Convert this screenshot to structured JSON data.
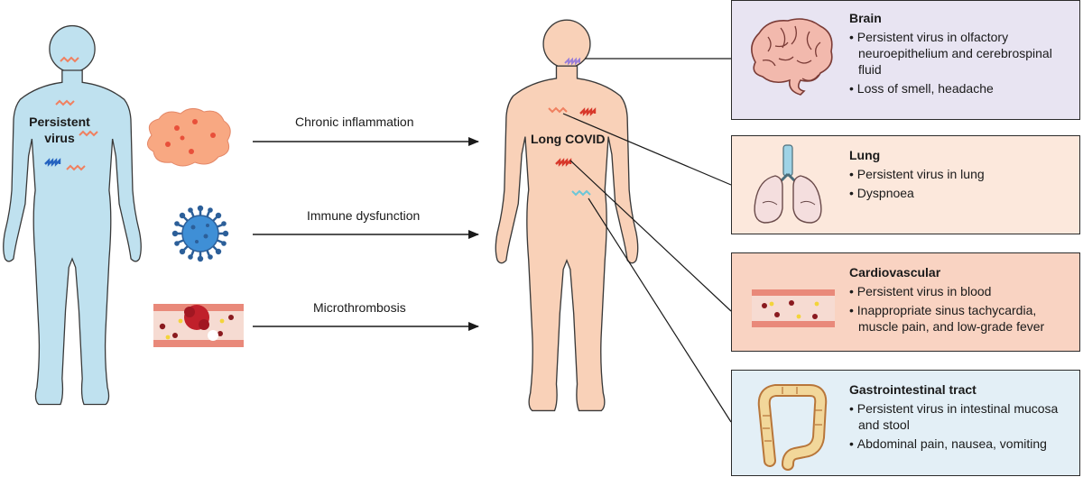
{
  "left_figure": {
    "label_line1": "Persistent",
    "label_line2": "virus"
  },
  "right_figure": {
    "label": "Long COVID"
  },
  "mechanisms": [
    {
      "label": "Chronic inflammation",
      "icon": "inflamed-cell-icon"
    },
    {
      "label": "Immune dysfunction",
      "icon": "virus-icon"
    },
    {
      "label": "Microthrombosis",
      "icon": "blood-vessel-clot-icon"
    }
  ],
  "organs": [
    {
      "title": "Brain",
      "icon": "brain-icon",
      "bullets": [
        "Persistent virus in olfactory neuroepithelium and cerebrospinal fluid",
        "Loss of smell, headache"
      ],
      "color": "#e8e4f2"
    },
    {
      "title": "Lung",
      "icon": "lung-icon",
      "bullets": [
        "Persistent virus in lung",
        "Dyspnoea"
      ],
      "color": "#fce8dc"
    },
    {
      "title": "Cardiovascular",
      "icon": "blood-vessel-icon",
      "bullets": [
        "Persistent virus in blood",
        "Inappropriate sinus tachycardia, muscle pain, and low-grade fever"
      ],
      "color": "#f9d3c2"
    },
    {
      "title": "Gastrointestinal tract",
      "icon": "intestine-icon",
      "bullets": [
        "Persistent virus in intestinal mucosa and stool",
        "Abdominal pain, nausea, vomiting"
      ],
      "color": "#e3eff6"
    }
  ],
  "colors": {
    "body_blue": "#bfe1ef",
    "body_peach": "#f9d1b8",
    "outline": "#3a3a3a",
    "virus_orange": "#f08060",
    "virus_blue": "#2563c0",
    "virus_red": "#d8392b",
    "virus_purple": "#9a7ed8",
    "virus_teal": "#6cc6d8"
  }
}
